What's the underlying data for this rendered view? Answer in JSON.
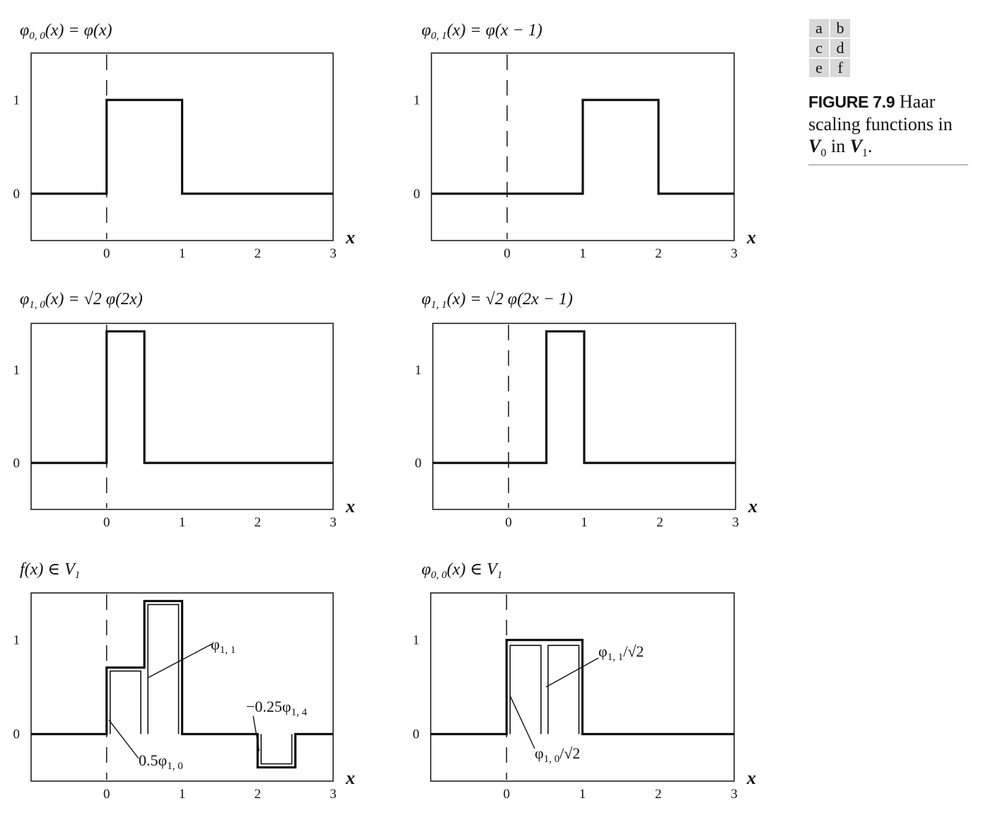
{
  "caption": {
    "label": "FIGURE 7.9",
    "text_before": "Haar scaling functions in",
    "v0_letter": "V",
    "v0_sub": "0",
    "text_middle": "in",
    "v1_letter": "V",
    "v1_sub": "1",
    "text_after": "."
  },
  "panel_letters": [
    [
      "a",
      "b"
    ],
    [
      "c",
      "d"
    ],
    [
      "e",
      "f"
    ]
  ],
  "chart_data": [
    {
      "id": "a",
      "type": "line",
      "step": true,
      "title": "φ0,0(x) = φ(x)",
      "xlabel": "x",
      "xlim": [
        -1,
        3
      ],
      "ylim": [
        -0.5,
        1.5
      ],
      "xticks": [
        "0",
        "1",
        "2",
        "3"
      ],
      "yticks": [
        "0",
        "1"
      ],
      "x": [
        -1,
        0,
        0,
        1,
        1,
        3
      ],
      "y": [
        0,
        0,
        1,
        1,
        0,
        0
      ]
    },
    {
      "id": "b",
      "type": "line",
      "step": true,
      "title": "φ0,1(x) = φ(x − 1)",
      "xlabel": "x",
      "xlim": [
        -1,
        3
      ],
      "ylim": [
        -0.5,
        1.5
      ],
      "xticks": [
        "0",
        "1",
        "2",
        "3"
      ],
      "yticks": [
        "0",
        "1"
      ],
      "x": [
        -1,
        1,
        1,
        2,
        2,
        3
      ],
      "y": [
        0,
        0,
        1,
        1,
        0,
        0
      ]
    },
    {
      "id": "c",
      "type": "line",
      "step": true,
      "title": "φ1,0(x) = √2 φ(2x)",
      "xlabel": "x",
      "xlim": [
        -1,
        3
      ],
      "ylim": [
        -0.5,
        1.5
      ],
      "xticks": [
        "0",
        "1",
        "2",
        "3"
      ],
      "yticks": [
        "0",
        "1"
      ],
      "x": [
        -1,
        0,
        0,
        0.5,
        0.5,
        3
      ],
      "y": [
        0,
        0,
        1.414,
        1.414,
        0,
        0
      ]
    },
    {
      "id": "d",
      "type": "line",
      "step": true,
      "title": "φ1,1(x) = √2 φ(2x − 1)",
      "xlabel": "x",
      "xlim": [
        -1,
        3
      ],
      "ylim": [
        -0.5,
        1.5
      ],
      "xticks": [
        "0",
        "1",
        "2",
        "3"
      ],
      "yticks": [
        "0",
        "1"
      ],
      "x": [
        -1,
        0.5,
        0.5,
        1,
        1,
        3
      ],
      "y": [
        0,
        0,
        1.414,
        1.414,
        0,
        0
      ]
    },
    {
      "id": "e",
      "type": "line",
      "step": true,
      "title": "f(x) ∈ V1",
      "xlabel": "x",
      "xlim": [
        -1,
        3
      ],
      "ylim": [
        -0.5,
        1.5
      ],
      "xticks": [
        "0",
        "1",
        "2",
        "3"
      ],
      "yticks": [
        "0",
        "1"
      ],
      "x": [
        -1,
        0,
        0,
        0.5,
        0.5,
        1,
        1,
        2,
        2,
        2.5,
        2.5,
        3
      ],
      "y": [
        0,
        0,
        0.707,
        0.707,
        1.414,
        1.414,
        0,
        0,
        -0.354,
        -0.354,
        0,
        0
      ],
      "components": [
        {
          "x": [
            0,
            0,
            0.5,
            0.5
          ],
          "y": [
            0,
            0.707,
            0.707,
            0
          ]
        },
        {
          "x": [
            0.5,
            0.5,
            1,
            1
          ],
          "y": [
            0,
            1.414,
            1.414,
            0
          ]
        },
        {
          "x": [
            2,
            2,
            2.5,
            2.5
          ],
          "y": [
            0,
            -0.354,
            -0.354,
            0
          ]
        }
      ],
      "annotations": [
        {
          "main": "φ",
          "sub": "1, 1",
          "target": [
            0.55,
            0.6
          ]
        },
        {
          "main": "−0.25φ",
          "sub": "1, 4",
          "target": [
            2.02,
            -0.18
          ]
        },
        {
          "main": "0.5φ",
          "sub": "1, 0",
          "target": [
            0.03,
            0.15
          ]
        }
      ]
    },
    {
      "id": "f",
      "type": "line",
      "step": true,
      "title": "φ0,0(x) ∈ V1",
      "xlabel": "x",
      "xlim": [
        -1,
        3
      ],
      "ylim": [
        -0.5,
        1.5
      ],
      "xticks": [
        "0",
        "1",
        "2",
        "3"
      ],
      "yticks": [
        "0",
        "1"
      ],
      "x": [
        -1,
        0,
        0,
        1,
        1,
        3
      ],
      "y": [
        0,
        0,
        1,
        1,
        0,
        0
      ],
      "components": [
        {
          "x": [
            0,
            0,
            0.5,
            0.5
          ],
          "y": [
            0,
            0.98,
            0.98,
            0
          ]
        },
        {
          "x": [
            0.5,
            0.5,
            1,
            1
          ],
          "y": [
            0,
            0.98,
            0.98,
            0
          ]
        }
      ],
      "annotations": [
        {
          "main": "φ",
          "sub": "1, 1",
          "tail": "/√2",
          "target": [
            0.52,
            0.5
          ]
        },
        {
          "main": "φ",
          "sub": "1, 0",
          "tail": "/√2",
          "target": [
            0.05,
            0.4
          ]
        }
      ]
    }
  ]
}
